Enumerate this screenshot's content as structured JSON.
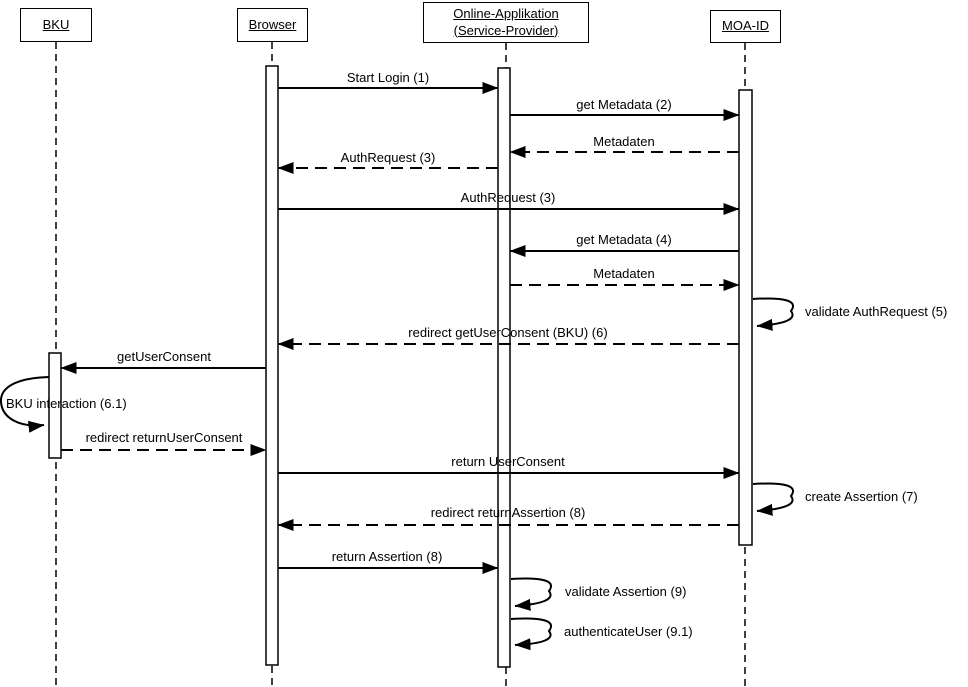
{
  "diagram": {
    "type": "uml-sequence-diagram",
    "colors": {
      "line": "#000000",
      "background": "#ffffff",
      "text": "#000000"
    },
    "actors": [
      {
        "id": "bku",
        "label": "BKU"
      },
      {
        "id": "browser",
        "label": "Browser"
      },
      {
        "id": "online-applikation",
        "label": "Online-Applikation (Service-Provider)"
      },
      {
        "id": "moa-id",
        "label": "MOA-ID"
      }
    ],
    "messages": [
      {
        "label": "Start Login (1)",
        "from": "Browser",
        "to": "Online-Applikation (Service-Provider)",
        "style": "solid"
      },
      {
        "label": "get Metadata (2)",
        "from": "Online-Applikation (Service-Provider)",
        "to": "MOA-ID",
        "style": "solid"
      },
      {
        "label": "Metadaten",
        "from": "MOA-ID",
        "to": "Online-Applikation (Service-Provider)",
        "style": "dashed"
      },
      {
        "label": "AuthRequest (3)",
        "from": "Online-Applikation (Service-Provider)",
        "to": "Browser",
        "style": "dashed"
      },
      {
        "label": "AuthRequest (3)",
        "from": "Browser",
        "to": "MOA-ID",
        "style": "solid"
      },
      {
        "label": "get Metadata (4)",
        "from": "MOA-ID",
        "to": "Online-Applikation (Service-Provider)",
        "style": "solid"
      },
      {
        "label": "Metadaten",
        "from": "Online-Applikation (Service-Provider)",
        "to": "MOA-ID",
        "style": "dashed"
      },
      {
        "label": "validate AuthRequest (5)",
        "from": "MOA-ID",
        "to": "MOA-ID",
        "style": "self"
      },
      {
        "label": "redirect getUserConsent (BKU) (6)",
        "from": "MOA-ID",
        "to": "Browser",
        "style": "dashed"
      },
      {
        "label": "getUserConsent",
        "from": "Browser",
        "to": "BKU",
        "style": "solid"
      },
      {
        "label": "BKU interaction (6.1)",
        "from": "BKU",
        "to": "BKU",
        "style": "self"
      },
      {
        "label": "redirect returnUserConsent",
        "from": "BKU",
        "to": "Browser",
        "style": "dashed"
      },
      {
        "label": "return UserConsent",
        "from": "Browser",
        "to": "MOA-ID",
        "style": "solid"
      },
      {
        "label": "create Assertion (7)",
        "from": "MOA-ID",
        "to": "MOA-ID",
        "style": "self"
      },
      {
        "label": "redirect returnAssertion (8)",
        "from": "MOA-ID",
        "to": "Browser",
        "style": "dashed"
      },
      {
        "label": "return Assertion (8)",
        "from": "Browser",
        "to": "Online-Applikation (Service-Provider)",
        "style": "solid"
      },
      {
        "label": "validate Assertion (9)",
        "from": "Online-Applikation (Service-Provider)",
        "to": "Online-Applikation (Service-Provider)",
        "style": "self"
      },
      {
        "label": "authenticateUser (9.1)",
        "from": "Online-Applikation (Service-Provider)",
        "to": "Online-Applikation (Service-Provider)",
        "style": "self"
      }
    ]
  }
}
